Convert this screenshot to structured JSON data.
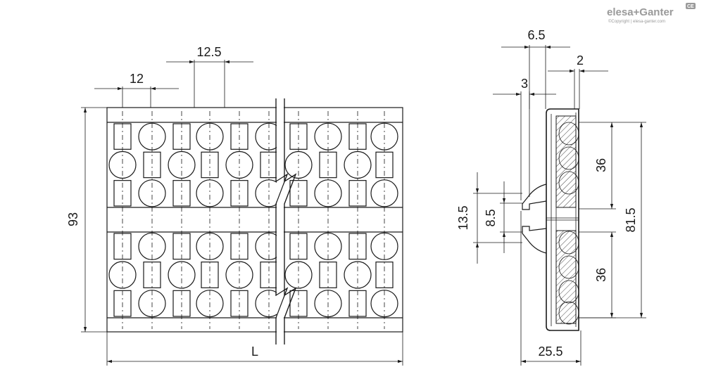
{
  "brand": {
    "logo": "elesa+Ganter",
    "copyright": "©Copyright | elesa-ganter.com",
    "mark": "CE"
  },
  "front_view": {
    "dimensions": {
      "top_pitch": "12.5",
      "pitch": "12",
      "height": "93",
      "length": "L"
    }
  },
  "side_view": {
    "dimensions": {
      "top_offset": "6.5",
      "wall": "2",
      "step": "3",
      "row_height_top": "36",
      "row_height_bottom": "36",
      "overall_height": "81.5",
      "overall_width": "25.5",
      "fork_outer": "13.5",
      "fork_inner": "8.5"
    }
  }
}
